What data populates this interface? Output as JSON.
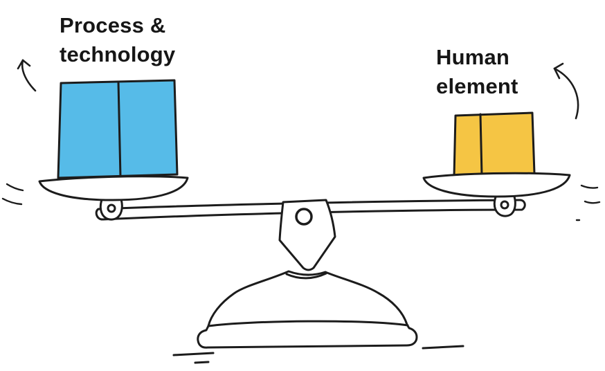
{
  "diagram": {
    "ink_color": "#1c1c1c",
    "left": {
      "label_line1": "Process &",
      "label_line2": "technology",
      "block_color": "#56BBE8"
    },
    "right": {
      "label_line1": "Human",
      "label_line2": "element",
      "block_color": "#F5C544"
    }
  }
}
